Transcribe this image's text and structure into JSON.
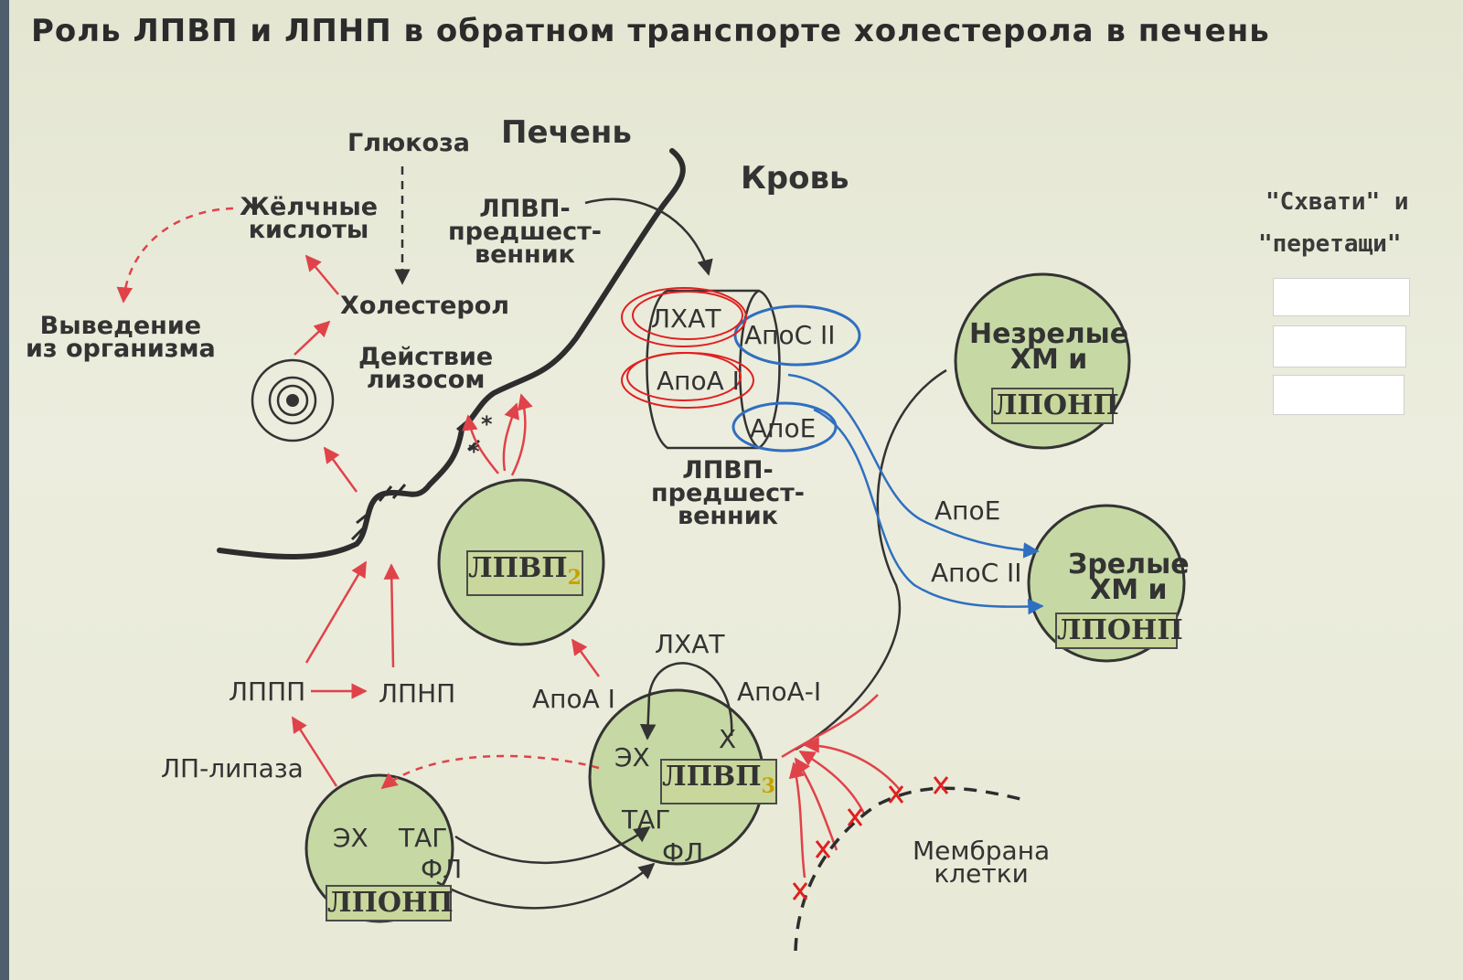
{
  "title": "Роль ЛПВП и ЛПНП в обратном транспорте холестерола в печень",
  "labels": {
    "liver": "Печень",
    "blood": "Кровь",
    "glucose": "Глюкоза",
    "bile_1": "Жёлчные",
    "bile_2": "кислоты",
    "excretion_1": "Выведение",
    "excretion_2": "из организма",
    "cholesterol": "Холестерол",
    "lysosome_1": "Действие",
    "lysosome_2": "лизосом",
    "hdl_prec_top_1": "ЛПВП-",
    "hdl_prec_top_2": "предшест-",
    "hdl_prec_top_3": "венник",
    "lcat_top": "ЛХАТ",
    "apoc2_top": "АпоС II",
    "apoa1_top": "АпоА I",
    "apoe_top": "АпоЕ",
    "hdl_prec_bot_1": "ЛПВП-",
    "hdl_prec_bot_2": "предшест-",
    "hdl_prec_bot_3": "венник",
    "immature_1": "Незрелые",
    "immature_2": "ХМ и",
    "immature_box": "ЛПОНП",
    "apoe_mid": "АпоЕ",
    "apoc2_mid": "АпоС II",
    "mature_1": "Зрелые",
    "mature_2": "ХМ и",
    "mature_box": "ЛПОНП",
    "hdl2": "ЛПВП",
    "hdl2_sub": "2",
    "lcat_bottom": "ЛХАТ",
    "apoa1_left": "АпоА I",
    "apoa1_right": "АпоА-I",
    "lppp": "ЛППП",
    "ldl": "ЛПНП",
    "lp_lipase": "ЛП-липаза",
    "hdl3_eh": "ЭХ",
    "hdl3_x": "Х",
    "hdl3": "ЛПВП",
    "hdl3_sub": "3",
    "hdl3_tag": "ТАГ",
    "hdl3_fl": "ФЛ",
    "vldl_eh": "ЭХ",
    "vldl_tag": "ТАГ",
    "vldl_fl": "ФЛ",
    "vldl": "ЛПОНП",
    "membrane_1": "Мембрана",
    "membrane_2": "клетки",
    "asterisk": "*",
    "drag_1": "\"Схвати\" и",
    "drag_2": "\"перетащи\""
  },
  "colors": {
    "circle_fill": "#c6d8a4",
    "box_fill": "#c9d79c",
    "red_arrow": "#e0424a",
    "blue_arrow": "#2f6fc0",
    "handwritten_red": "#e02020",
    "handwritten_blue": "#2a5ab8"
  }
}
